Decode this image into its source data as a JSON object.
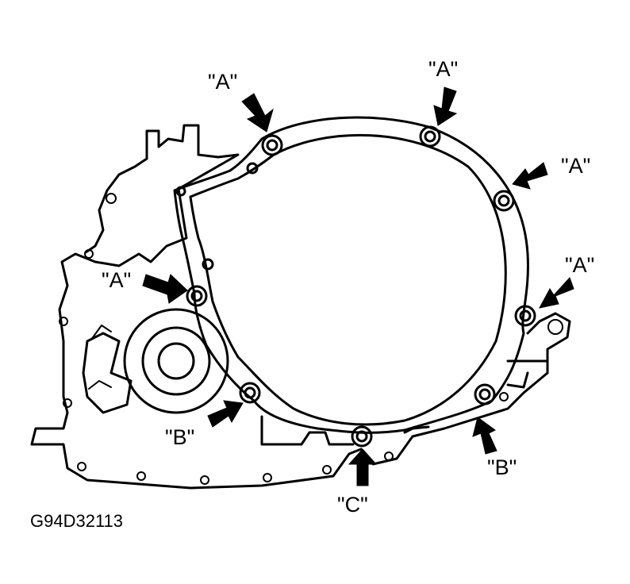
{
  "figure_id": "G94D32113",
  "callouts": [
    {
      "key": "a1",
      "label": "\"A\""
    },
    {
      "key": "a2",
      "label": "\"A\""
    },
    {
      "key": "a3",
      "label": "\"A\""
    },
    {
      "key": "a4",
      "label": "\"A\""
    },
    {
      "key": "a5",
      "label": "\"A\""
    },
    {
      "key": "b1",
      "label": "\"B\""
    },
    {
      "key": "b2",
      "label": "\"B\""
    },
    {
      "key": "c1",
      "label": "\"C\""
    }
  ]
}
